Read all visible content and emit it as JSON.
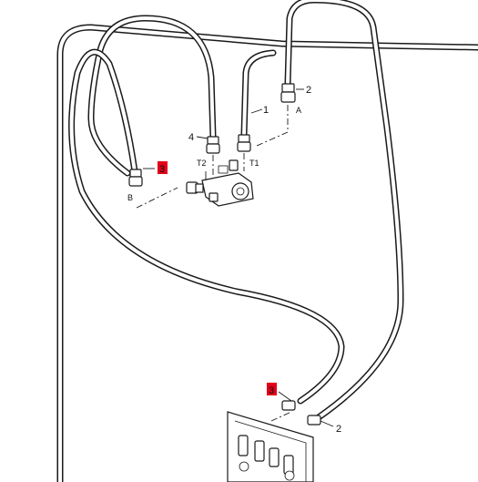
{
  "callouts": {
    "c1": "1",
    "c2_top": "2",
    "c2_bottom": "2",
    "c3_left": "3",
    "c3_bottom": "3",
    "c4": "4"
  },
  "ports": {
    "a": "A",
    "b": "B",
    "t1": "T1",
    "t2": "T2"
  },
  "colors": {
    "highlight": "#e3001b",
    "line": "#1a1a1a"
  }
}
